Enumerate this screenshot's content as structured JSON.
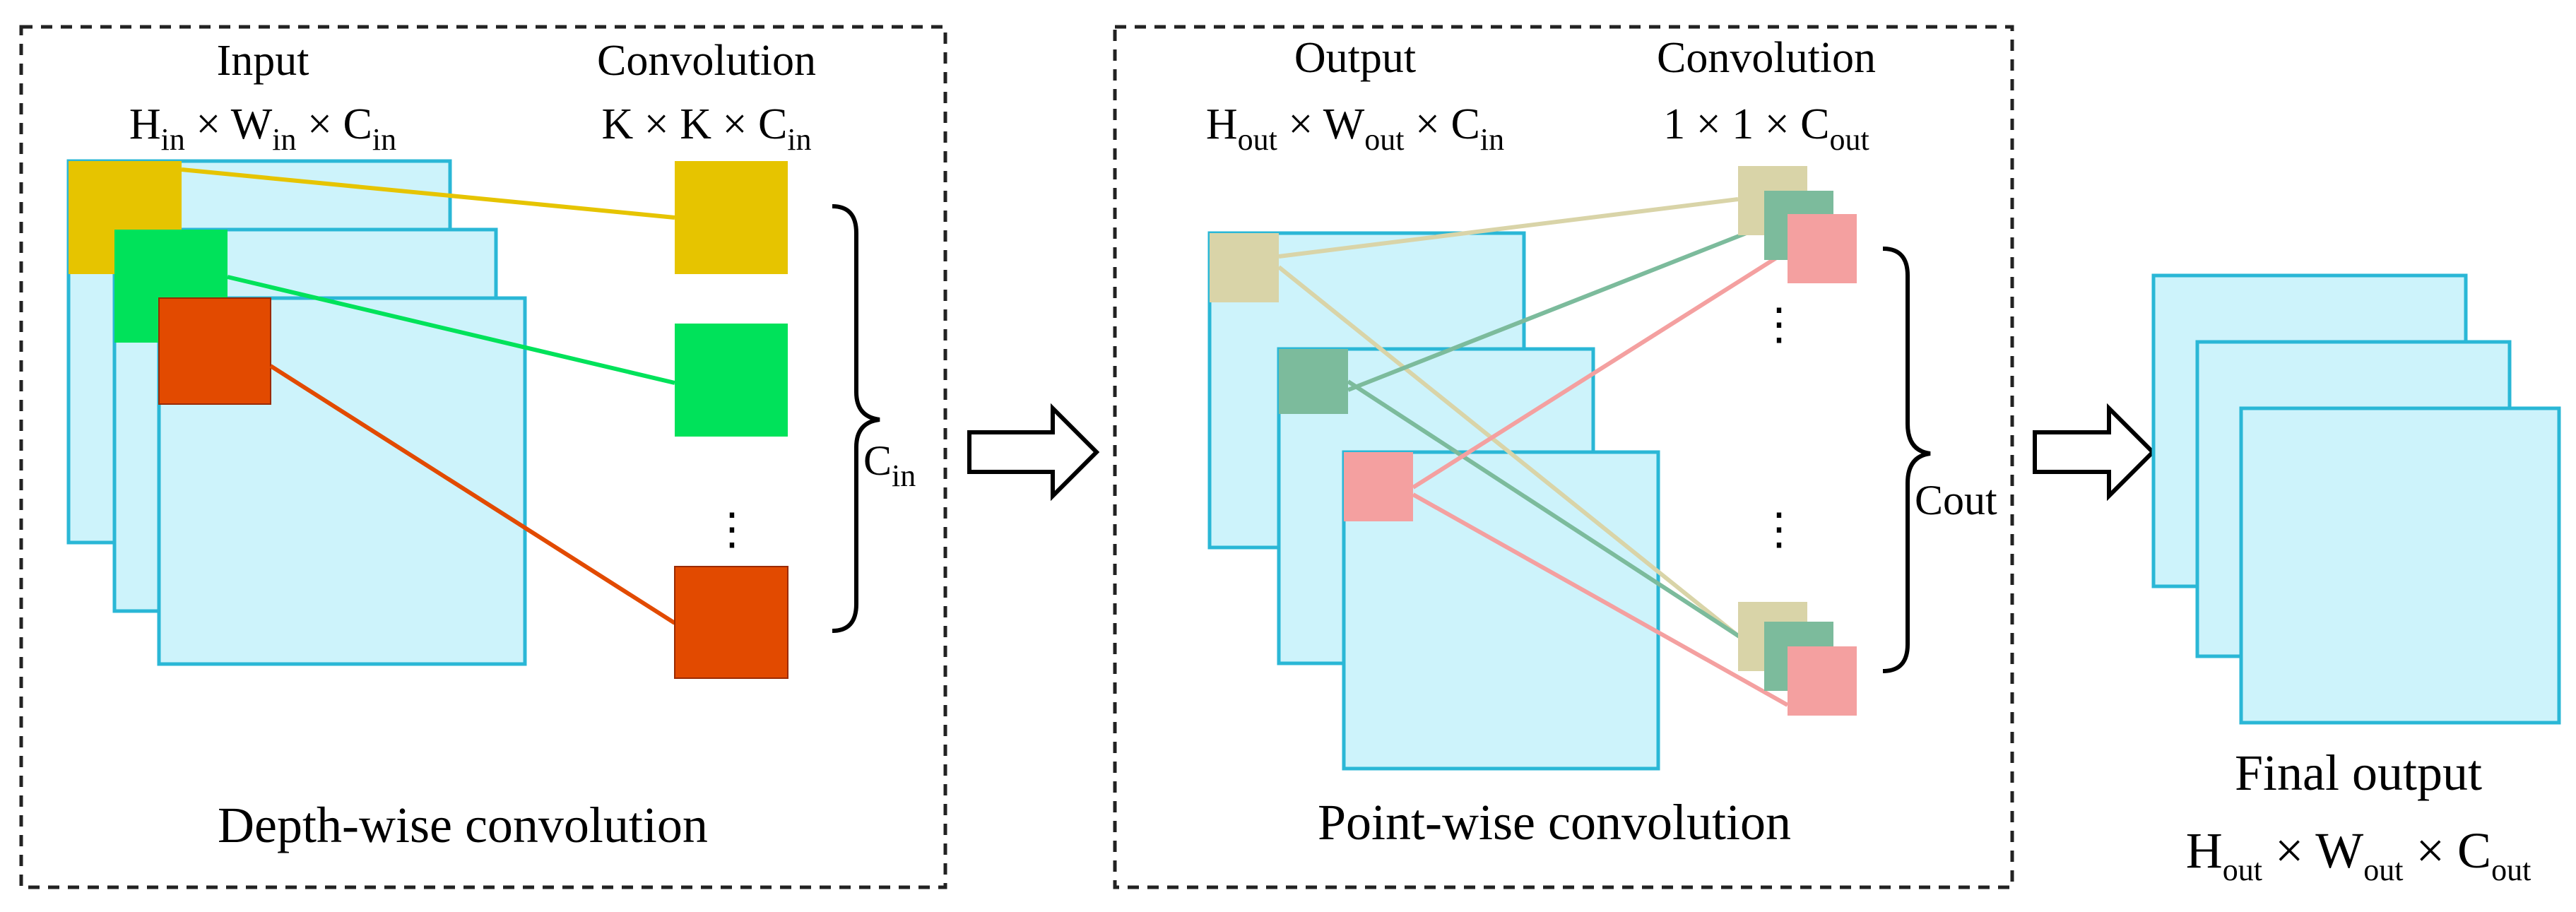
{
  "depthwise_panel": {
    "caption": "Depth-wise convolution",
    "input_label": {
      "title": "Input",
      "H": "H",
      "H_sub": "in",
      "W": "W",
      "W_sub": "in",
      "C": "C",
      "C_sub": "in",
      "times": "×"
    },
    "conv_label": {
      "title": "Convolution",
      "K1": "K",
      "K2": "K",
      "C": "C",
      "C_sub": "in",
      "times": "×"
    },
    "brace_label": {
      "C": "C",
      "C_sub": "in"
    },
    "ellipsis": "⋮"
  },
  "pointwise_panel": {
    "caption": "Point-wise convolution",
    "output_label": {
      "title": "Output",
      "H": "H",
      "H_sub": "out",
      "W": "W",
      "W_sub": "out",
      "C": "C",
      "C_sub": "in",
      "times": "×"
    },
    "conv_label": {
      "title": "Convolution",
      "one1": "1",
      "one2": "1",
      "C": "C",
      "C_sub": "out",
      "times": "×"
    },
    "brace_label": "Cout",
    "ellipsis": "⋮"
  },
  "final_output": {
    "title": "Final output",
    "H": "H",
    "H_sub": "out",
    "W": "W",
    "W_sub": "out",
    "C": "C",
    "C_sub": "out",
    "times": "×"
  },
  "colors": {
    "map_fill": "#cdf3fb",
    "map_stroke": "#2ab7d6",
    "yellow": "#e6c400",
    "green": "#00e25a",
    "orange": "#e24a00",
    "beige": "#d9d4a8",
    "teal": "#7cbb9c",
    "pink": "#f4a0a0"
  }
}
